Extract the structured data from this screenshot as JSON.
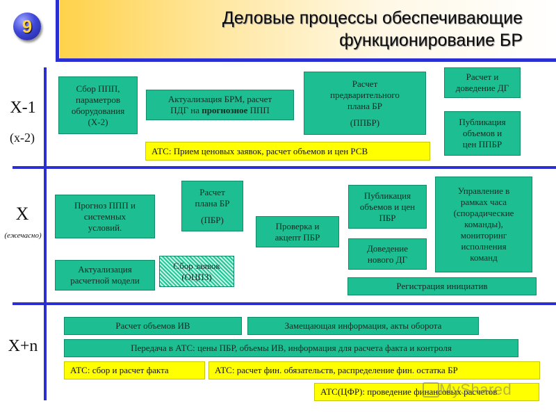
{
  "header": {
    "badge_number": "9",
    "title_line1": "Деловые процессы обеспечивающие",
    "title_line2": "функционирование БР"
  },
  "rows": {
    "x1": {
      "label": "X-1",
      "sublabel": "(x-2)"
    },
    "x": {
      "label": "X",
      "sublabel": "(ежечасно)"
    },
    "xn": {
      "label": "X+n"
    }
  },
  "boxes": {
    "sbor_ppp": [
      "Сбор ППП,",
      "параметров",
      "оборудования",
      "(Х-2)"
    ],
    "aktualizaciya_brm": {
      "line1": "Актуализация БРМ, расчет",
      "line2_prefix": "ПДГ на ",
      "line2_bold": "прогнозное",
      "line2_suffix": " ППП"
    },
    "raschet_ppbr": {
      "lines": [
        "Расчет",
        "предварительного",
        "плана БР"
      ],
      "abbr": "(ППБР)"
    },
    "raschet_dg": [
      "Расчет и",
      "доведение ДГ"
    ],
    "publikaciya_ppbr": [
      "Публикация",
      "объемов и",
      "цен ППБР"
    ],
    "ats_rsv": "АТС: Прием ценовых заявок, расчет объемов и цен РСВ",
    "prognoz_ppp": [
      "Прогноз ППП и",
      "системных",
      "условий."
    ],
    "raschet_pbr": {
      "lines": [
        "Расчет",
        "плана БР"
      ],
      "abbr": "(ПБР)"
    },
    "proverka_pbr": [
      "Проверка и",
      "акцепт ПБР"
    ],
    "publikaciya_pbr": [
      "Публикация",
      "объемов и цен",
      "ПБР"
    ],
    "dovedenie_dg": [
      "Доведение",
      "нового ДГ"
    ],
    "upravlenie": [
      "Управление в",
      "рамках часа",
      "(спорадические",
      "команды),",
      "мониторинг",
      "исполнения",
      "команд"
    ],
    "aktualizaciya_model": [
      "Актуализация",
      "расчетной модели"
    ],
    "sbor_zayavok": [
      "Сбор заявок",
      "(ОЦПЗ)"
    ],
    "registraciya": "Регистрация инициатив",
    "raschet_iv": "Расчет объемов ИВ",
    "zameshchayushchaya": "Замещающая информация, акты оборота",
    "peredacha": "Передача в АТС: цены ПБР, объемы ИВ, информация для расчета факта и контроля",
    "ats_sbor": "АТС: сбор и расчет факта",
    "ats_fin": "АТС: расчет фин. обязательств, распределение фин. остатка БР",
    "ats_cfr": "АТС(ЦФР): проведение финансовых расчетов"
  },
  "watermark": "MyShared",
  "colors": {
    "box_green": "#1dbf92",
    "box_yellow": "#ffff00",
    "rule_blue": "#2b2fd2",
    "header_gold": "#ffd24a"
  }
}
